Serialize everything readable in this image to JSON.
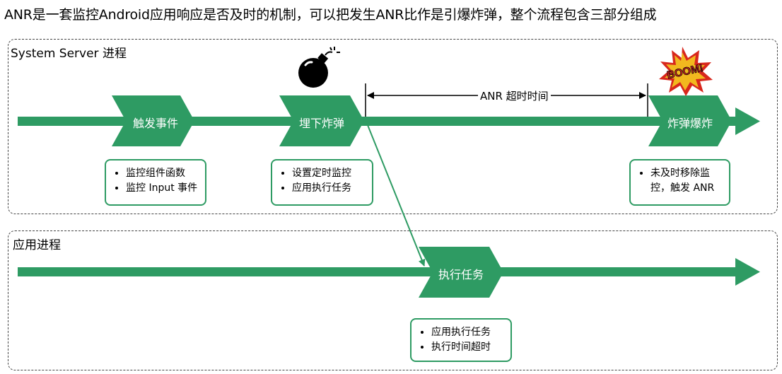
{
  "title": "ANR是一套监控Android应用响应是否及时的机制，可以把发生ANR比作是引爆炸弹，整个流程包含三部分组成",
  "lanes": {
    "system_server": {
      "label": "System Server 进程"
    },
    "app": {
      "label": "应用进程"
    }
  },
  "steps": {
    "trigger": {
      "label": "触发事件",
      "notes": [
        "监控组件函数",
        "监控 Input 事件"
      ]
    },
    "plant": {
      "label": "埋下炸弹",
      "notes": [
        "设置定时监控",
        "应用执行任务"
      ]
    },
    "explode": {
      "label": "炸弹爆炸",
      "notes": [
        "未及时移除监控，触发 ANR"
      ]
    },
    "execute": {
      "label": "执行任务",
      "notes": [
        "应用执行任务",
        "执行时间超时"
      ]
    }
  },
  "timer": {
    "label": "ANR 超时时间"
  },
  "boom": {
    "text": "BOOM!"
  },
  "colors": {
    "flow": "#2e9b63",
    "note_border": "#2e9b63",
    "boom_fill": "#f2b81f",
    "boom_burst": "#d8271d",
    "bomb": "#000000"
  },
  "icons": {
    "bomb": "bomb-icon",
    "boom": "boom-icon"
  }
}
